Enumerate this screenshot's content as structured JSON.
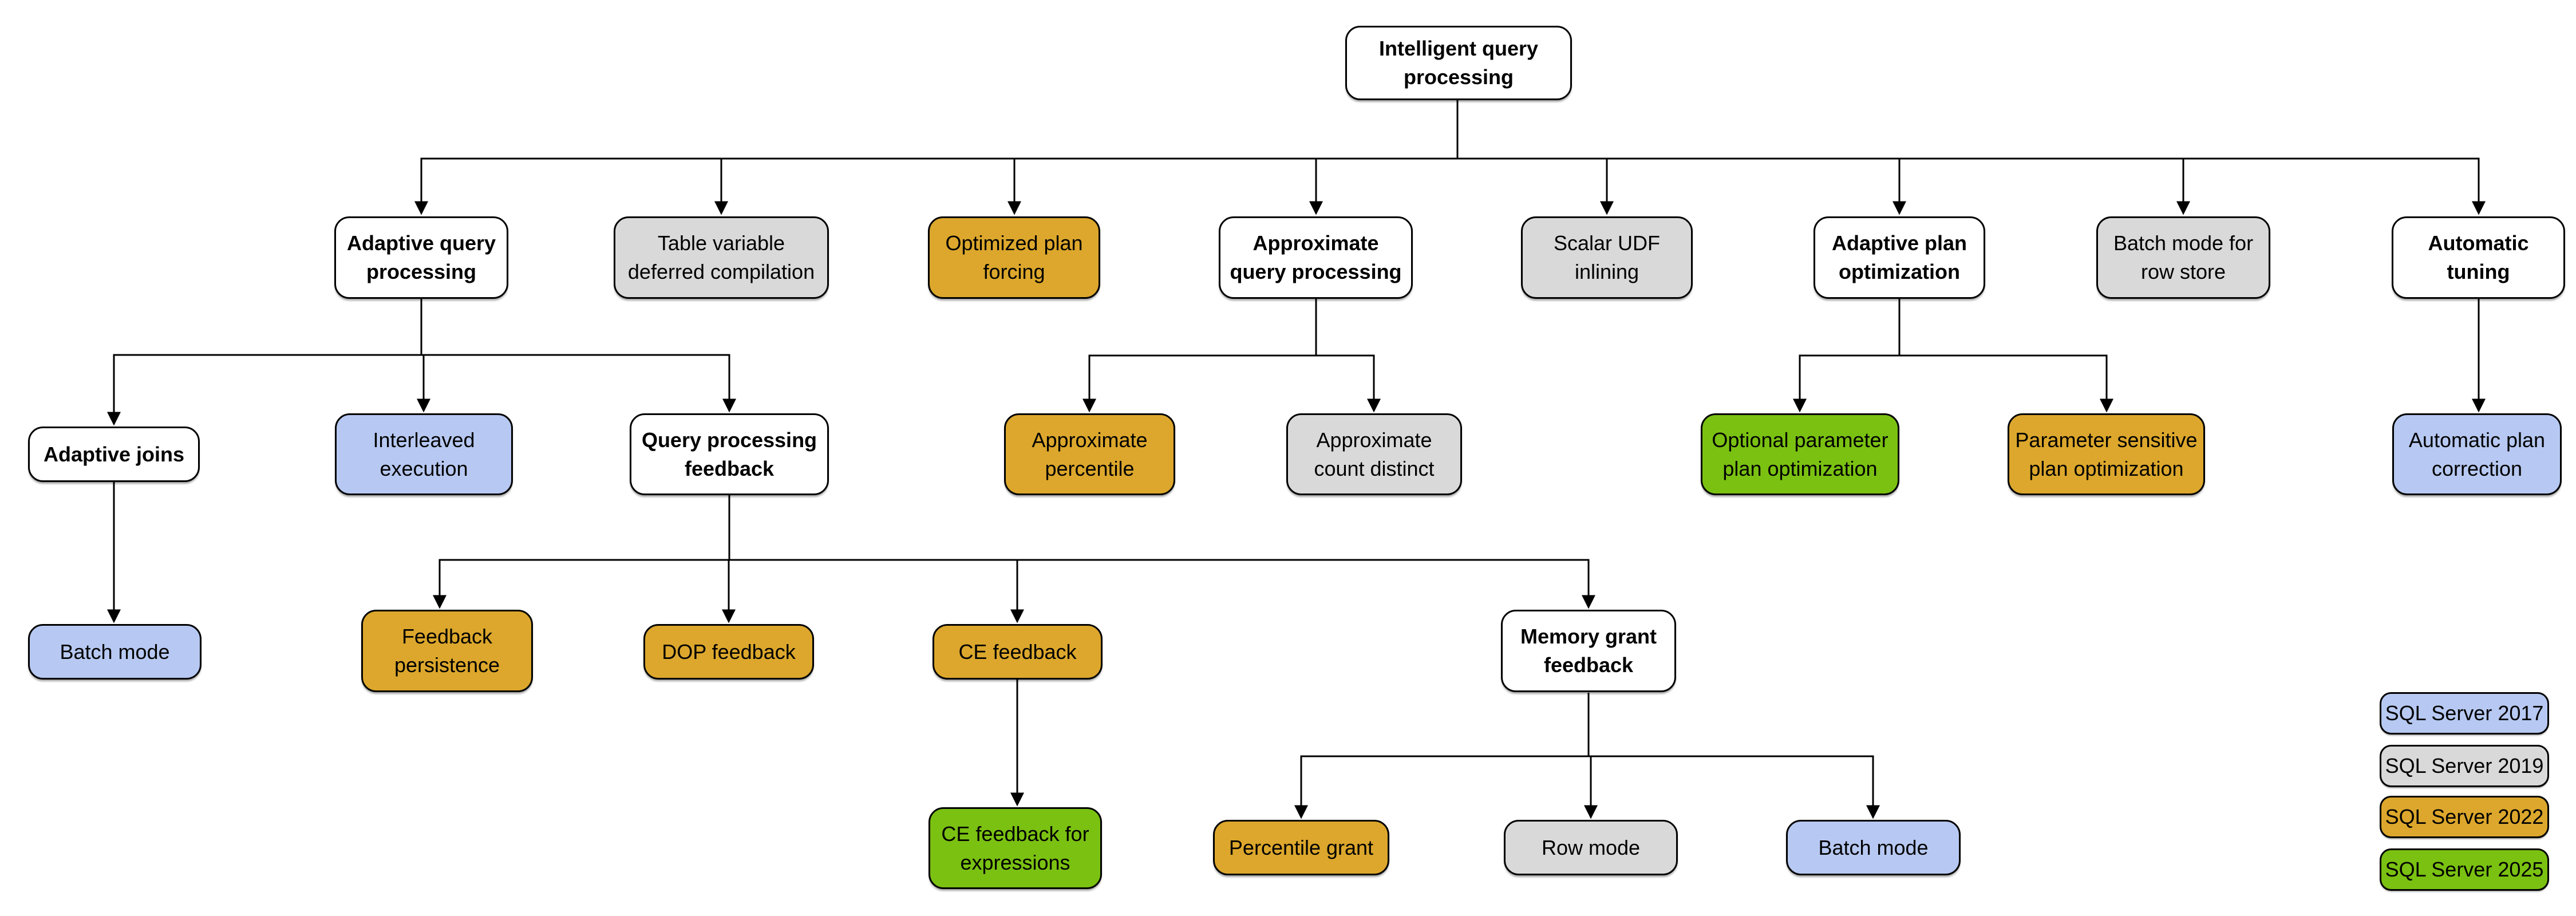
{
  "diagram": {
    "title": "Intelligent query processing",
    "colors": {
      "base": "#ffffff",
      "sql2017": "#b7c9f2",
      "sql2019": "#d9d9d9",
      "sql2022": "#dca72c",
      "sql2025": "#7ac112"
    },
    "nodes": {
      "root": {
        "label": "Intelligent query\nprocessing",
        "version": "base"
      },
      "adaptive_query_processing": {
        "label": "Adaptive query\nprocessing",
        "version": "base"
      },
      "table_variable_deferred_compilation": {
        "label": "Table variable\ndeferred compilation",
        "version": "sql2019"
      },
      "optimized_plan_forcing": {
        "label": "Optimized plan\nforcing",
        "version": "sql2022"
      },
      "approximate_query_processing": {
        "label": "Approximate\nquery processing",
        "version": "base"
      },
      "scalar_udf_inlining": {
        "label": "Scalar UDF\ninlining",
        "version": "sql2019"
      },
      "adaptive_plan_optimization": {
        "label": "Adaptive plan\noptimization",
        "version": "base"
      },
      "batch_mode_for_row_store": {
        "label": "Batch mode for\nrow store",
        "version": "sql2019"
      },
      "automatic_tuning": {
        "label": "Automatic\ntuning",
        "version": "base"
      },
      "adaptive_joins": {
        "label": "Adaptive joins",
        "version": "base"
      },
      "interleaved_execution": {
        "label": "Interleaved\nexecution",
        "version": "sql2017"
      },
      "query_processing_feedback": {
        "label": "Query processing\nfeedback",
        "version": "base"
      },
      "approximate_percentile": {
        "label": "Approximate\npercentile",
        "version": "sql2022"
      },
      "approximate_count_distinct": {
        "label": "Approximate\ncount distinct",
        "version": "sql2019"
      },
      "optional_parameter_plan_optimization": {
        "label": "Optional parameter\nplan optimization",
        "version": "sql2025"
      },
      "parameter_sensitive_plan_optimization": {
        "label": "Parameter sensitive\nplan optimization",
        "version": "sql2022"
      },
      "automatic_plan_correction": {
        "label": "Automatic plan\ncorrection",
        "version": "sql2017"
      },
      "batch_mode_adaptive_joins": {
        "label": "Batch mode",
        "version": "sql2017"
      },
      "feedback_persistence": {
        "label": "Feedback\npersistence",
        "version": "sql2022"
      },
      "dop_feedback": {
        "label": "DOP feedback",
        "version": "sql2022"
      },
      "ce_feedback": {
        "label": "CE feedback",
        "version": "sql2022"
      },
      "memory_grant_feedback": {
        "label": "Memory grant\nfeedback",
        "version": "base"
      },
      "ce_feedback_for_expressions": {
        "label": "CE feedback for\nexpressions",
        "version": "sql2025"
      },
      "percentile_grant": {
        "label": "Percentile grant",
        "version": "sql2022"
      },
      "row_mode": {
        "label": "Row mode",
        "version": "sql2019"
      },
      "batch_mode_memory_grant": {
        "label": "Batch mode",
        "version": "sql2017"
      }
    },
    "legend": {
      "items": [
        {
          "label": "SQL Server 2017",
          "color_key": "sql2017",
          "color": "#b7c9f2"
        },
        {
          "label": "SQL Server 2019",
          "color_key": "sql2019",
          "color": "#d9d9d9"
        },
        {
          "label": "SQL Server 2022",
          "color_key": "sql2022",
          "color": "#dca72c"
        },
        {
          "label": "SQL Server 2025",
          "color_key": "sql2025",
          "color": "#7ac112"
        }
      ]
    }
  }
}
